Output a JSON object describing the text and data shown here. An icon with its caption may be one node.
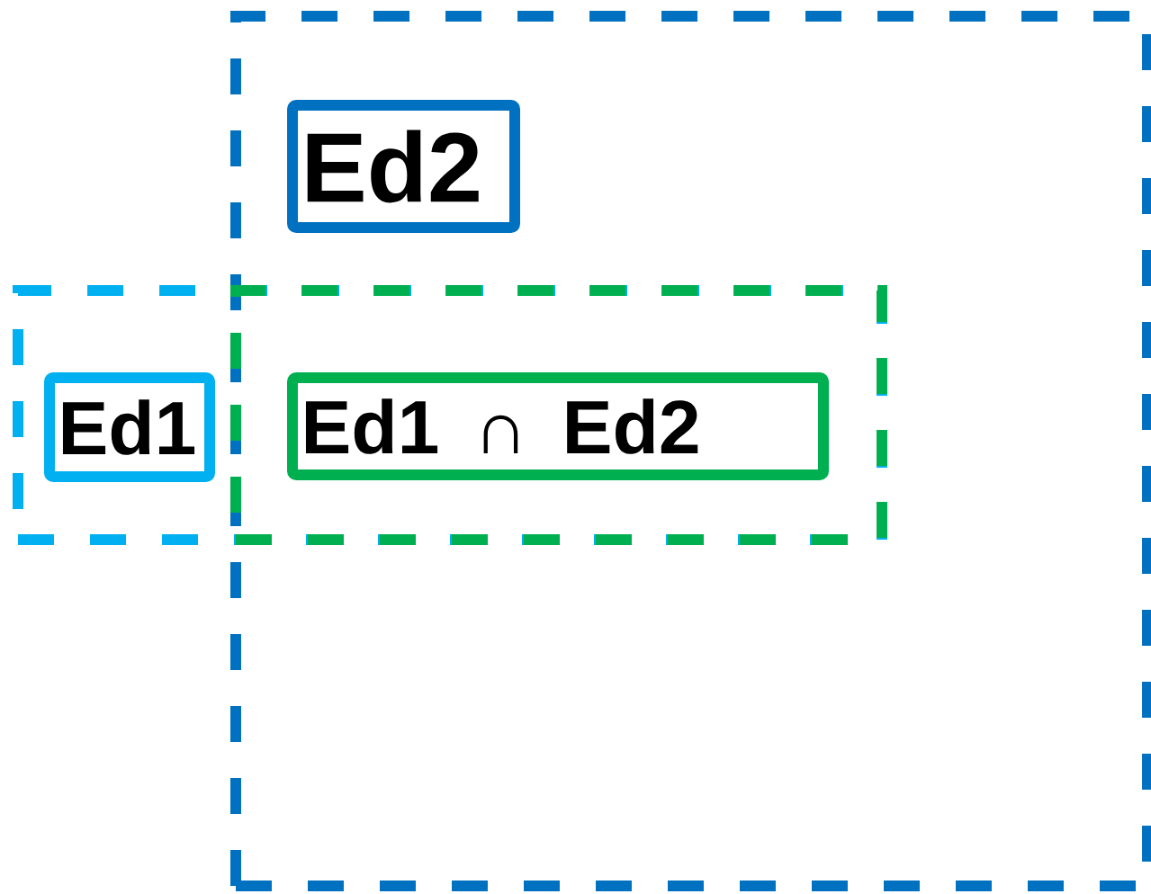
{
  "diagram": {
    "nodes": [
      {
        "text": [],
        "shape": "box"
      },
      {
        "text": [
          "Ed2"
        ],
        "in": 0
      },
      {
        "text": [],
        "shape": "box"
      },
      {
        "text": [
          "Ed1"
        ],
        "in": 2
      },
      {
        "text": [],
        "shape": "box"
      },
      {
        "text": [
          "Ed1 ∩ Ed2"
        ],
        "in": 4
      }
    ]
  }
}
